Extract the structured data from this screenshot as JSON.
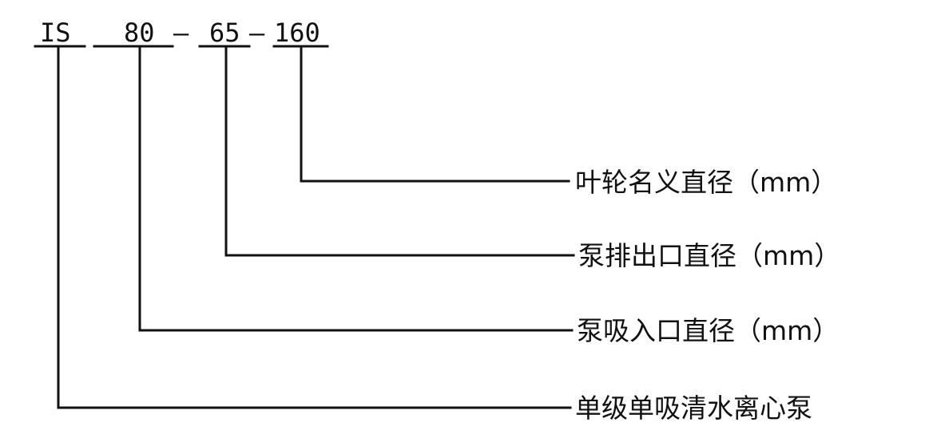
{
  "model_code": {
    "type": "IS",
    "inlet": "80",
    "sep1": "–",
    "outlet": "65",
    "sep2": "–",
    "impeller": "160"
  },
  "labels": {
    "impeller": "叶轮名义直径（mm）",
    "outlet": "泵排出口直径（mm）",
    "inlet": "泵吸入口直径（mm）",
    "type": "单级单吸清水离心泵"
  }
}
